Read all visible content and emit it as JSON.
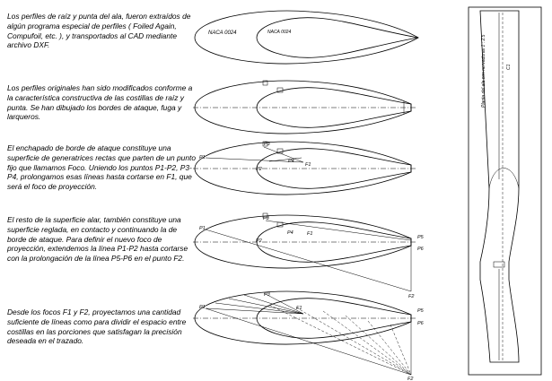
{
  "paragraphs": [
    "Los perfiles de raíz y punta del ala, fueron extraídos de algún programa especial de perfiles ( Foiled Again, Compufoil, etc. ), y transportados al CAD mediante archivo DXF.",
    "Los perfiles originales han sido modificados conforme a la característica constructiva de las costillas de raíz y punta. Se han dibujado los bordes de ataque, fuga y larqueros.",
    "El enchapado de borde de ataque constituye una superficie de generatrices rectas que parten de un punto fijo que llamamos Foco. Uniendo los puntos P1-P2, P3-P4, prolongamos esas líneas hasta cortarse en F1, que será el foco de proyección.",
    "El resto de la superficie alar, también constituye una superficie reglada, en contacto y continuando la de borde de ataque. Para definir el nuevo foco de proyección, extendemos la línea P1-P2 hasta cortarse con la prolongación de la línea P5-P6 en el punto F2.",
    "Desde los focos F1 y F2, proyectamos una cantidad suficiente de líneas como para dividir el espacio entre costillas en las porciones que satisfagan la precisión deseada en el trazado."
  ],
  "diagram": {
    "naca_root": "NACA 0024",
    "naca_tip": "NACA 0024",
    "points": {
      "p1": "P1",
      "p2": "P2",
      "p3": "P3",
      "p4": "P4",
      "p5": "P5",
      "p6": "P6",
      "f1": "F1",
      "f2": "F2"
    },
    "planform_caption": "Planta del ala con nervaduras 1 : 2.5",
    "planform_marker": "C1"
  }
}
